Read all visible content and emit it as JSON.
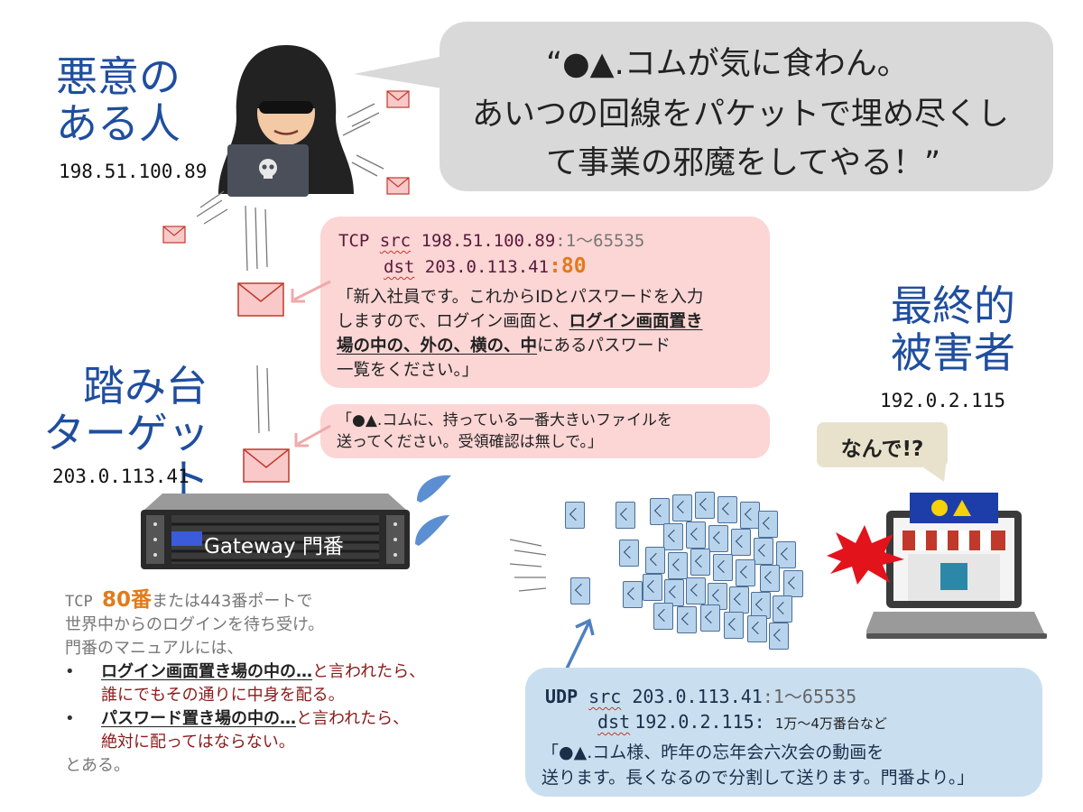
{
  "attacker": {
    "title_line1": "悪意の",
    "title_line2": "ある人",
    "ip": "198.51.100.89"
  },
  "speech": {
    "line1": "“●▲.コムが気に食わん。",
    "line2": "あいつの回線をパケットで埋め尽くし",
    "line3": "て事業の邪魔をしてやる！”"
  },
  "tcp_box": {
    "proto": "TCP",
    "src_kw": "src",
    "src_ip": "198.51.100.89",
    "src_port": ":1〜65535",
    "dst_kw": "dst",
    "dst_ip": "203.0.113.41",
    "dst_port": ":80",
    "msg1": "「新入社員です。これからIDとパスワードを入力",
    "msg2a": "しますので、ログイン画面と、",
    "msg2b": "ログイン画面置き",
    "msg3a": "場の中の、外の、横の、中",
    "msg3b": "にあるパスワード",
    "msg4": "一覧をください。」"
  },
  "file_box": {
    "line1": "「●▲.コムに、持っている一番大きいファイルを",
    "line2": "送ってください。受領確認は無しで。」"
  },
  "stepping": {
    "title_line1": "踏み台",
    "title_line2": "ターゲット",
    "ip": "203.0.113.41"
  },
  "server": {
    "label": "Gateway 門番"
  },
  "gateway_note": {
    "tcp": "TCP ",
    "port80": "80番",
    "rest1": "または443番ポートで",
    "line2": "世界中からのログインを待ち受け。",
    "line3": "門番のマニュアルには、",
    "b1a": "ログイン画面置き場の中の…",
    "b1b": "と言われたら、",
    "b1c": "誰にでもその通りに中身を配る。",
    "b2a": "パスワード置き場の中の…",
    "b2b": "と言われたら、",
    "b2c": "絶対に配ってはならない。",
    "line_end": "とある。",
    "bullet": "•"
  },
  "victim": {
    "title_line1": "最終的",
    "title_line2": "被害者",
    "ip": "192.0.2.115",
    "exclaim": "なんで!?",
    "store_sign": "●▲"
  },
  "udp_box": {
    "proto": "UDP",
    "src_kw": "src",
    "src_ip": "203.0.113.41",
    "src_port": ":1〜65535",
    "dst_kw": "dst",
    "dst_ip": "192.0.2.115:",
    "dst_port": "1万〜4万番台など",
    "msg1": "「●▲.コム様、昨年の忘年会六次会の動画を",
    "msg2": "送ります。長くなるので分割して送ります。門番より。」"
  },
  "colors": {
    "title_blue": "#1f4e9e",
    "pink_box": "#fcd5d5",
    "gray_bubble": "#d9d9d9",
    "blue_box": "#c9dff0",
    "accent_orange": "#e07b1b",
    "dark_red": "#8b1a1a"
  }
}
